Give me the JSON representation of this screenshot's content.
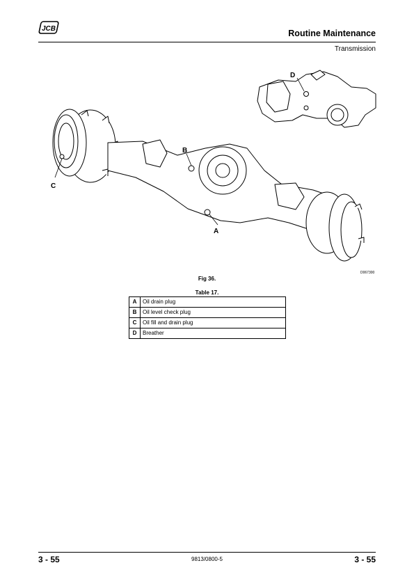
{
  "header": {
    "brand": "JCB",
    "section_title": "Routine Maintenance",
    "subsection_title": "Transmission"
  },
  "figure": {
    "callouts": {
      "a": "A",
      "b": "B",
      "c": "C",
      "d": "D"
    },
    "ref_code": "D067300",
    "caption": "Fig 36."
  },
  "table": {
    "caption": "Table 17.",
    "rows": [
      {
        "key": "A",
        "label": "Oil drain plug"
      },
      {
        "key": "B",
        "label": "Oil level check plug"
      },
      {
        "key": "C",
        "label": "Oil fill and drain plug"
      },
      {
        "key": "D",
        "label": "Breather"
      }
    ]
  },
  "footer": {
    "page_left": "3 - 55",
    "doc_number": "9813/0800-5",
    "page_right": "3 - 55"
  }
}
